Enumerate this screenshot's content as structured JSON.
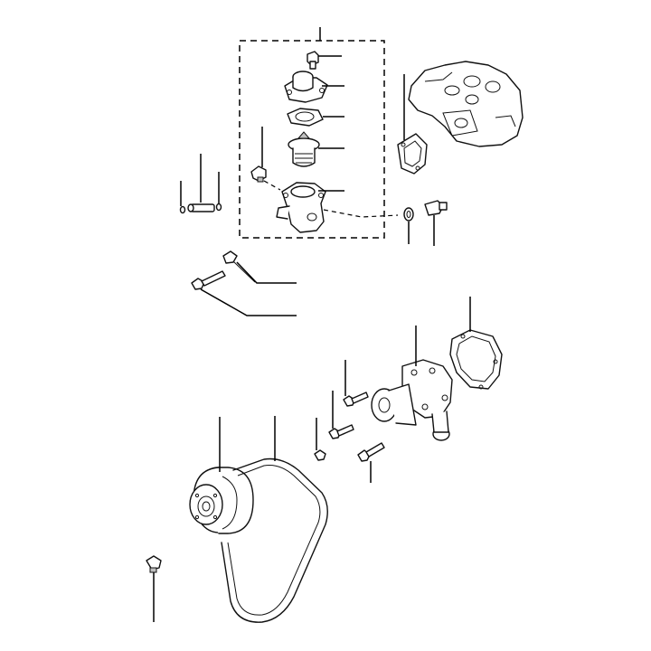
{
  "figure": {
    "type": "exploded-parts-diagram",
    "labels_visible": false,
    "colors": {
      "line": "#000000",
      "background": "#ffffff"
    }
  },
  "parts": [
    {
      "name": "thermostat-housing-bolt"
    },
    {
      "name": "thermostat-cover"
    },
    {
      "name": "thermostat-gasket"
    },
    {
      "name": "thermostat"
    },
    {
      "name": "thermostat-housing"
    },
    {
      "name": "temperature-sensor"
    },
    {
      "name": "pipe-fitting"
    },
    {
      "name": "hose-clamp-ring"
    },
    {
      "name": "drain-plug"
    },
    {
      "name": "housing-gasket"
    },
    {
      "name": "engine-block"
    },
    {
      "name": "long-bolt-upper"
    },
    {
      "name": "long-bolt-lower"
    },
    {
      "name": "water-pump"
    },
    {
      "name": "water-pump-gasket"
    },
    {
      "name": "pump-bolts"
    },
    {
      "name": "fan-pulley"
    },
    {
      "name": "v-belt"
    },
    {
      "name": "bottom-plug"
    }
  ]
}
